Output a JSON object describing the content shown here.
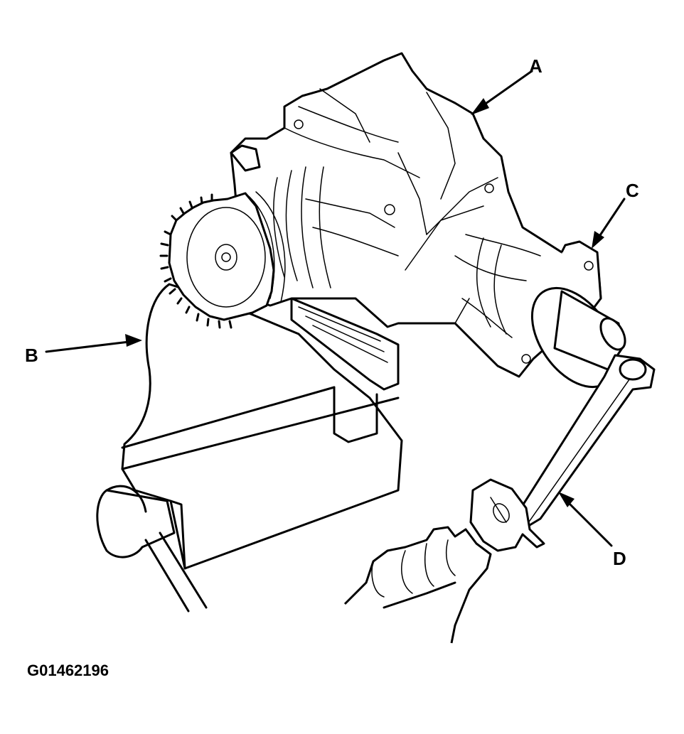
{
  "labels": {
    "a": "A",
    "b": "B",
    "c": "C",
    "d": "D"
  },
  "figure_code": "G01462196",
  "colors": {
    "ink": "#000000",
    "paper": "#ffffff"
  }
}
